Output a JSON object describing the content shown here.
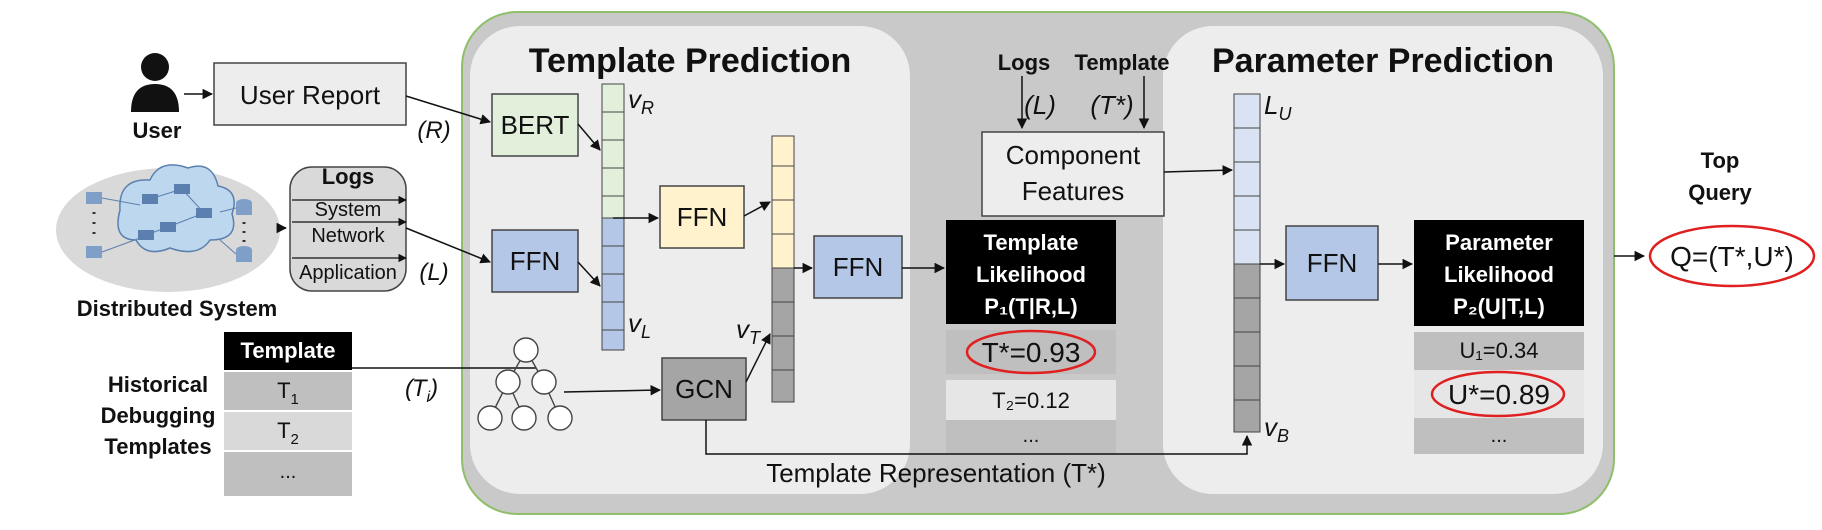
{
  "sections": {
    "template_prediction": "Template Prediction",
    "parameter_prediction": "Parameter Prediction"
  },
  "inputs": {
    "user": "User",
    "user_report": "User Report",
    "r_symbol": "(R)",
    "distributed_system": "Distributed System",
    "logs_title": "Logs",
    "log_items": [
      "System",
      "Network",
      "Application"
    ],
    "l_symbol": "(L)",
    "historical_templates_label": [
      "Historical",
      "Debugging",
      "Templates"
    ],
    "template_header": "Template",
    "template_rows": [
      "T",
      "T",
      "..."
    ],
    "template_row_subs": [
      "1",
      "2",
      ""
    ],
    "ti_symbol": "T",
    "ti_sub": "i"
  },
  "modules": {
    "bert": "BERT",
    "ffn": "FFN",
    "gcn": "GCN",
    "component_features": [
      "Component",
      "Features"
    ]
  },
  "vectors": {
    "vr": "v",
    "vr_sub": "R",
    "vl": "v",
    "vl_sub": "L",
    "vt": "v",
    "vt_sub": "T",
    "lu": "L",
    "lu_sub": "U",
    "vb": "v",
    "vb_sub": "B"
  },
  "feature_inputs": {
    "logs": "Logs",
    "l_symbol": "(L)",
    "template": "Template",
    "t_symbol": "(T*)"
  },
  "template_likelihood": {
    "title": [
      "Template",
      "Likelihood"
    ],
    "formula": "P₁(T|R,L)",
    "rows": [
      "T*=0.93",
      "T₂=0.12",
      "..."
    ]
  },
  "parameter_likelihood": {
    "title": [
      "Parameter",
      "Likelihood"
    ],
    "formula": "P₂(U|T,L)",
    "rows": [
      "U₁=0.34",
      "U*=0.89",
      "..."
    ]
  },
  "template_representation": "Template Representation (T*)",
  "output": {
    "top_query": [
      "Top",
      "Query"
    ],
    "query": "Q=(T*,U*)"
  },
  "colors": {
    "container_border": "#8fbf6a",
    "container_fill": "#c9c9c9",
    "panel_fill": "#ededed",
    "bert_fill": "#e2efda",
    "ffn_fill": "#b4c7e7",
    "ffn_yellow_fill": "#fff2cc",
    "gcn_fill": "#a5a5a5",
    "vector_green": "#e2efda",
    "vector_blue": "#b4c7e7",
    "vector_yellow": "#fff2cc",
    "vector_gray": "#a5a5a5",
    "vector_lightblue": "#dae3f3",
    "highlight_red": "#e02020"
  }
}
